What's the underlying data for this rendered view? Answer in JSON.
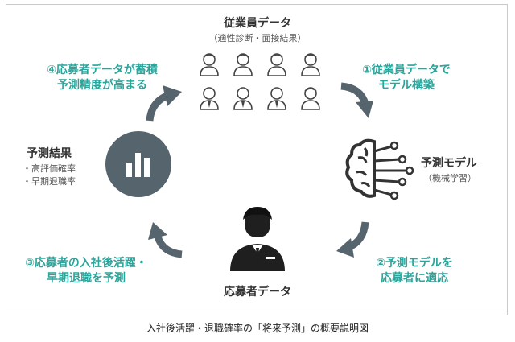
{
  "employee_data": {
    "title": "従業員データ",
    "subtitle": "（適性診断・面接結果）"
  },
  "step1": {
    "line1": "①従業員データで",
    "line2": "モデル構築"
  },
  "model": {
    "title": "予測モデル",
    "subtitle": "（機械学習）"
  },
  "step2": {
    "line1": "②予測モデルを",
    "line2": "応募者に適応"
  },
  "applicant_data": {
    "title": "応募者データ"
  },
  "step3": {
    "line1": "③応募者の入社後活躍・",
    "line2": "早期退職を予測"
  },
  "result": {
    "title": "予測結果",
    "items": [
      "・高評価確率",
      "・早期退職率"
    ]
  },
  "step4": {
    "line1": "④応募者データが蓄積",
    "line2": "予測精度が高まる"
  },
  "caption": "入社後活躍・退職確率の「将来予測」の概要説明図",
  "colors": {
    "accent": "#2aa59b",
    "icon": "#56646e"
  }
}
